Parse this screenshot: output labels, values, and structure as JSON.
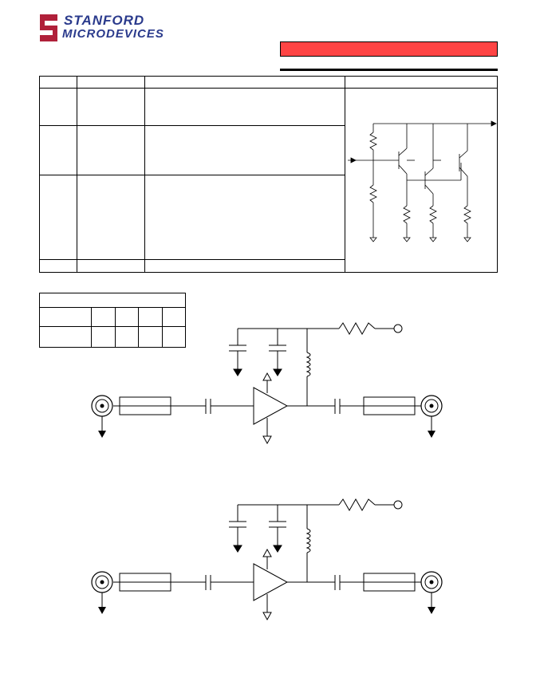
{
  "header": {
    "company_line1": "STANFORD",
    "company_line2": "MICRODEVICES",
    "logo_letter": "S",
    "accent_color": "#ff4444",
    "brand_color": "#2a3a8c",
    "logo_color": "#b0203a"
  },
  "pin_table": {
    "rows": 5
  },
  "bias_table": {
    "rows": 3
  },
  "schematics": {
    "count": 2
  }
}
